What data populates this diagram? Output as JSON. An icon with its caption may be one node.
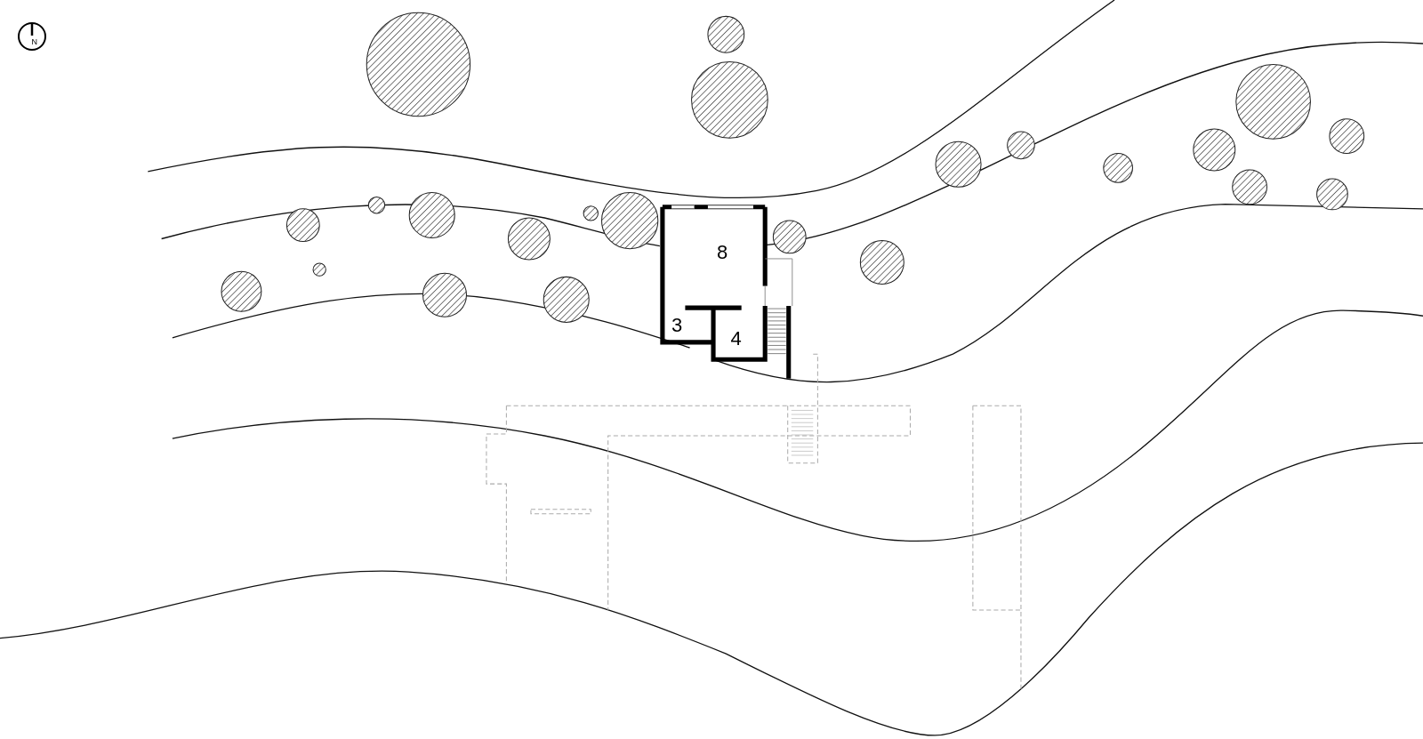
{
  "diagram": {
    "labels": [
      "N",
      "8",
      "3",
      "4"
    ]
  }
}
